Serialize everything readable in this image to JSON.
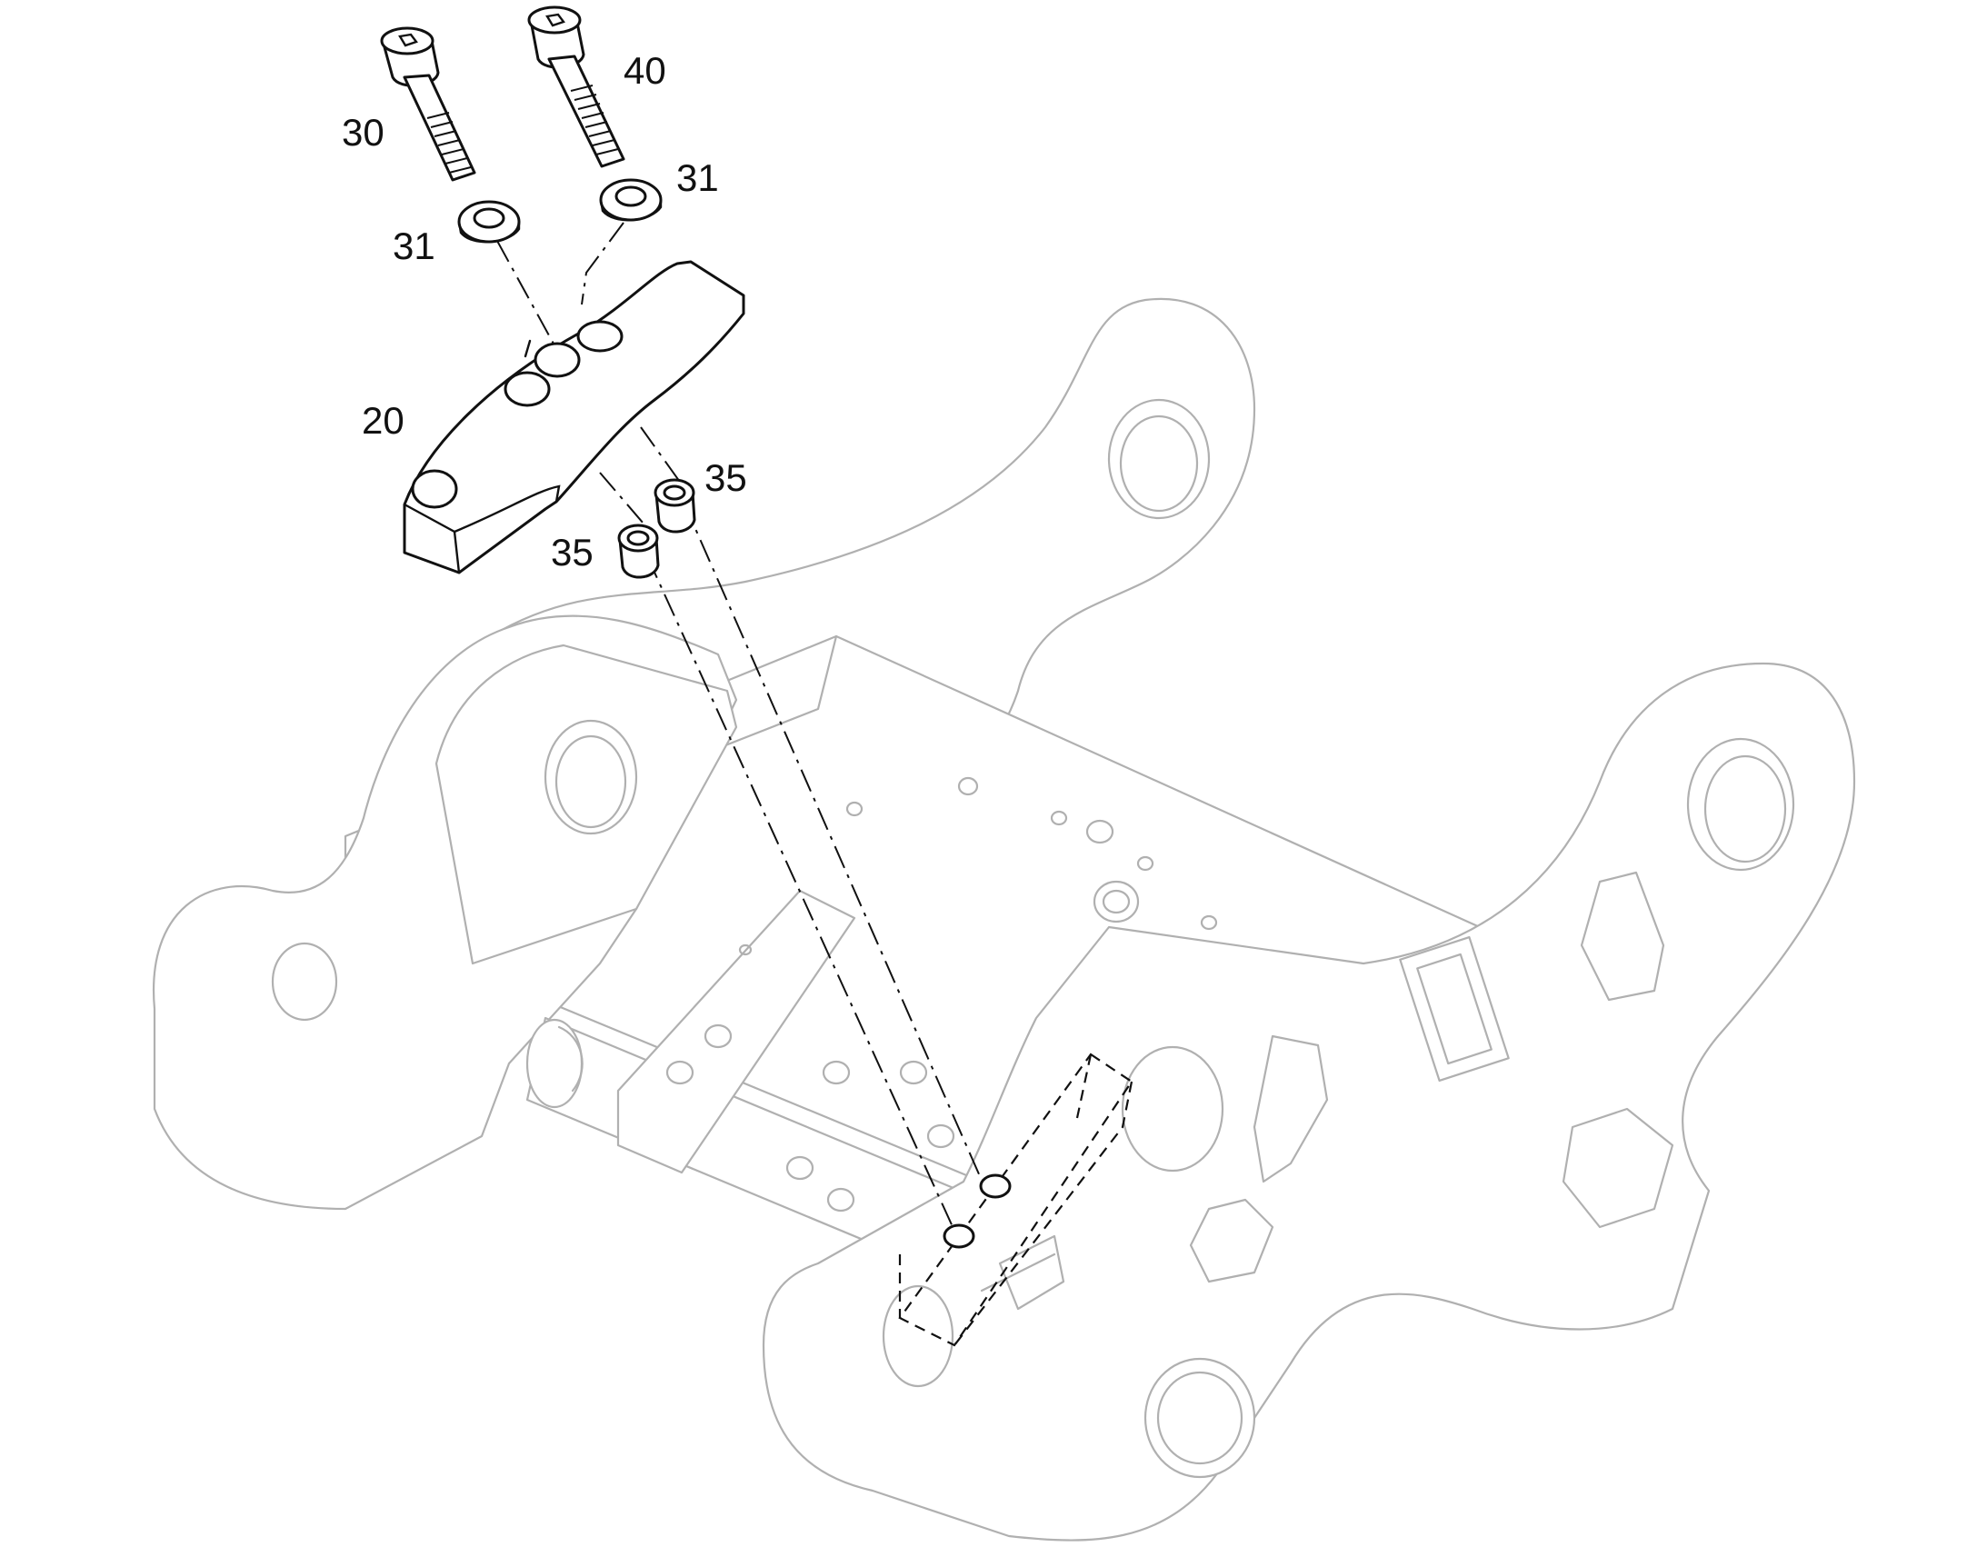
{
  "callouts": {
    "bolt_left": "30",
    "bolt_right": "40",
    "washer_left": "31",
    "washer_right": "31",
    "lock_bar": "20",
    "bushing_right": "35",
    "bushing_left": "35"
  },
  "colors": {
    "part_outline": "#111111",
    "assembly_outline": "#b0b0b0",
    "background": "#ffffff"
  }
}
